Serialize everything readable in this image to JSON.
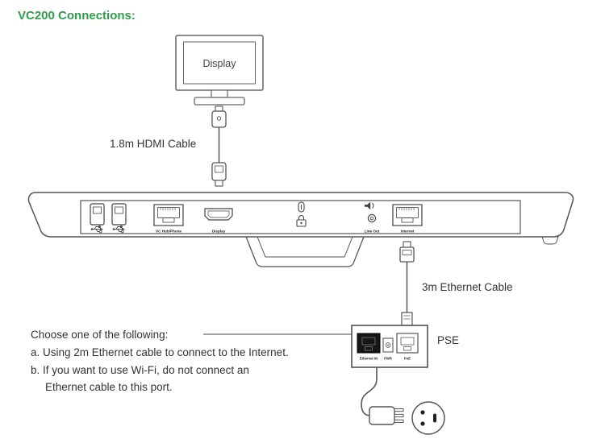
{
  "title": {
    "text": "VC200 Connections:",
    "color": "#2e9e49"
  },
  "monitor": {
    "label": "Display"
  },
  "cables": {
    "hdmi": "1.8m HDMI Cable",
    "ethernet": "3m Ethernet Cable"
  },
  "device": {
    "ports": {
      "vc_hub_phone": "VC Hub/Phone",
      "display": "Display",
      "line_out": "Line Out",
      "internet": "Internet"
    }
  },
  "pse": {
    "label": "PSE",
    "ports": {
      "ethernet_in": "Ethernet IN",
      "pwr": "PWR",
      "poe": "PoE"
    }
  },
  "instructions": {
    "heading": "Choose one of the following:",
    "option_a": "a. Using 2m Ethernet cable to connect to the Internet.",
    "option_b_line1": "b. If you want to use Wi-Fi, do not connect an",
    "option_b_line2": "Ethernet cable to this port."
  },
  "icons": {
    "usb": "usb-icon",
    "security_lock": "security-lock-icon",
    "speaker": "speaker-icon",
    "ethernet_plug": "ethernet-plug-icon",
    "hdmi_plug": "hdmi-plug-icon",
    "power_plug": "power-plug-icon",
    "power_outlet": "power-outlet-icon"
  },
  "colors": {
    "line": "#4d4d4d",
    "dark_port": "#161616"
  }
}
